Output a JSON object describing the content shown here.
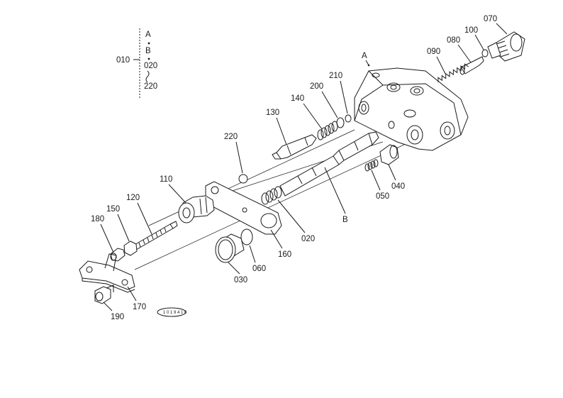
{
  "legend": {
    "ref_010": "010",
    "items": [
      "A",
      "B",
      "020",
      "220"
    ]
  },
  "callouts": {
    "A": "A",
    "B": "B",
    "p020": "020",
    "p030": "030",
    "p040": "040",
    "p050": "050",
    "p060": "060",
    "p070": "070",
    "p080": "080",
    "p090": "090",
    "p100": "100",
    "p110": "110",
    "p120": "120",
    "p130": "130",
    "p140": "140",
    "p150": "150",
    "p160": "160",
    "p170": "170",
    "p180": "180",
    "p190": "190",
    "p200": "200",
    "p210": "210",
    "p220": "220"
  },
  "drawing_id": "1 0 1 9 4 1 0"
}
